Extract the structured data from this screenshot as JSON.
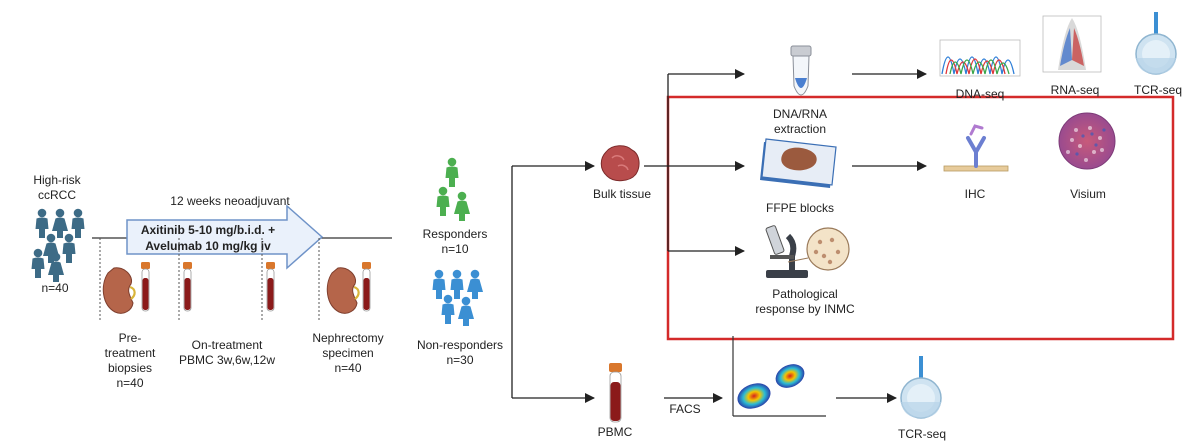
{
  "cohort": {
    "label_line1": "High-risk",
    "label_line2": "ccRCC",
    "count": "n=40"
  },
  "treatment": {
    "duration": "12 weeks neoadjuvant",
    "line1": "Axitinib 5-10 mg/b.i.d. +",
    "line2": "Avelumab 10 mg/kg iv"
  },
  "samples": {
    "pre_line1": "Pre-",
    "pre_line2": "treatment",
    "pre_line3": "biopsies",
    "pre_count": "n=40",
    "on_line1": "On-treatment",
    "on_line2": "PBMC 3w,6w,12w",
    "neph_line1": "Nephrectomy",
    "neph_line2": "specimen",
    "neph_count": "n=40"
  },
  "groups": {
    "responders": "Responders",
    "responders_n": "n=10",
    "nonresponders": "Non-responders",
    "nonresponders_n": "n=30"
  },
  "sources": {
    "bulk": "Bulk tissue",
    "pbmc": "PBMC",
    "facs": "FACS"
  },
  "assays": {
    "dna_rna_line1": "DNA/RNA",
    "dna_rna_line2": "extraction",
    "dna_seq": "DNA-seq",
    "rna_seq": "RNA-seq",
    "tcr_seq_top": "TCR-seq",
    "ffpe": "FFPE blocks",
    "ihc": "IHC",
    "visium": "Visium",
    "path_line1": "Pathological",
    "path_line2": "response by INMC",
    "tcr_seq_bottom": "TCR-seq"
  },
  "colors": {
    "cohort_person": "#3d6b86",
    "responder_person": "#4caf50",
    "nonresponder_person": "#3b8fd3",
    "treatment_arrow_fill": "#eaf1fb",
    "treatment_arrow_stroke": "#6f93c8",
    "highlight_box": "#d42a2a",
    "kidney": "#b5654a",
    "blood": "#8b1a1a"
  },
  "icons": {
    "cohort": "people-group-icon",
    "kidney": "kidney-icon",
    "blood_tube": "blood-tube-icon",
    "tissue": "tissue-icon",
    "tube": "test-tube-icon",
    "chromatogram": "chromatogram-icon",
    "volcano": "volcano-plot-icon",
    "sequencer": "sequencer-icon",
    "slide": "ffpe-slide-icon",
    "antibody": "antibody-icon",
    "visium": "visium-spot-icon",
    "microscope": "microscope-icon",
    "flow": "flow-cytometry-icon"
  }
}
